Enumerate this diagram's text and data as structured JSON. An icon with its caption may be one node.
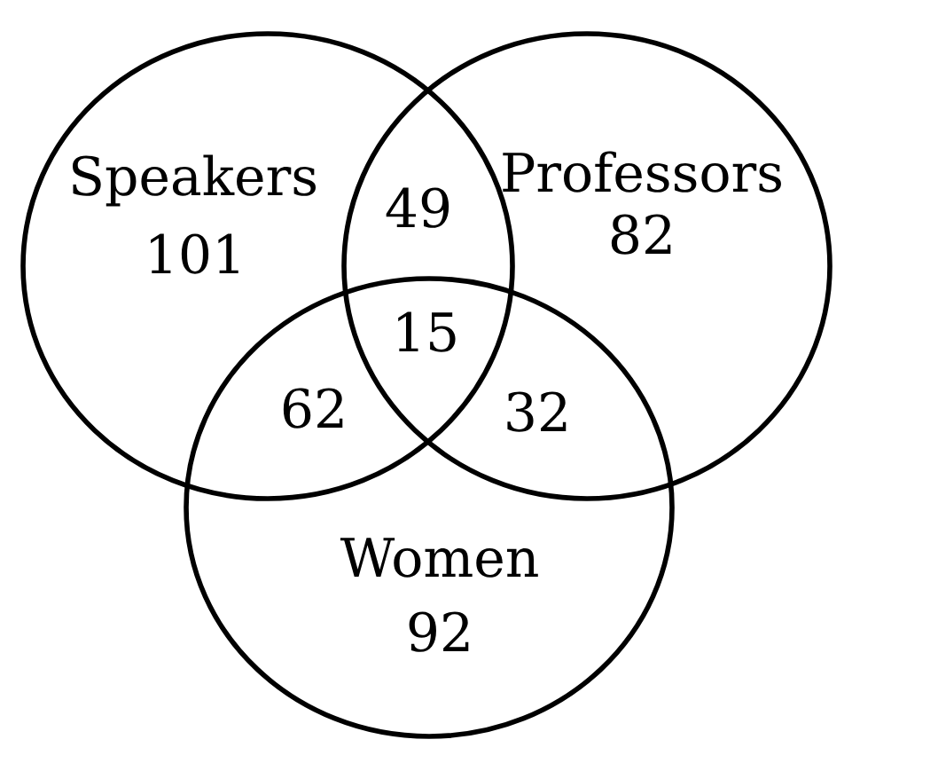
{
  "diagram": {
    "nodes": [
      {
        "text": [
          "Speakers",
          "101"
        ]
      },
      {
        "text": [
          "Professors",
          "82"
        ]
      },
      {
        "text": [
          "Women",
          "92"
        ]
      }
    ],
    "labels": [
      "49",
      "15",
      "62",
      "32"
    ]
  }
}
